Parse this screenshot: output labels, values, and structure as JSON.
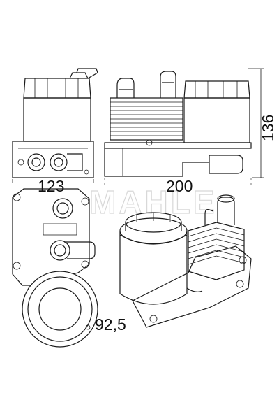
{
  "dimensions": {
    "width_left": "123",
    "width_right": "200",
    "height": "136",
    "diameter": "92,5"
  },
  "watermark": {
    "brand": "MAHLE"
  }
}
